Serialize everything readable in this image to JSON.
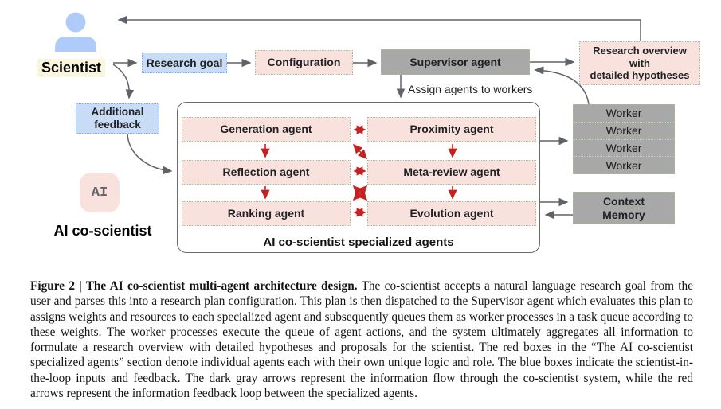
{
  "diagram": {
    "scientist_label": "Scientist",
    "ai_icon_text": "AI",
    "ai_label": "AI co-scientist",
    "boxes": {
      "research_goal": "Research goal",
      "configuration": "Configuration",
      "supervisor": "Supervisor agent",
      "research_overview": [
        "Research overview",
        "with",
        "detailed hypotheses"
      ],
      "additional_feedback": [
        "Additional",
        "feedback"
      ],
      "agents": [
        "Generation agent",
        "Proximity agent",
        "Reflection agent",
        "Meta-review agent",
        "Ranking agent",
        "Evolution agent"
      ],
      "container_label": "AI co-scientist specialized agents",
      "workers": [
        "Worker",
        "Worker",
        "Worker",
        "Worker"
      ],
      "context_memory": [
        "Context",
        "Memory"
      ]
    },
    "annotations": {
      "assign_agents": "Assign agents to workers"
    }
  },
  "caption": {
    "bold": "Figure 2 | The AI co-scientist multi-agent architecture design.",
    "rest": " The co-scientist accepts a natural language research goal from the user and parses this into a research plan configuration. This plan is then dispatched to the Supervisor agent which evaluates this plan to assigns weights and resources to each specialized agent and subsequently queues them as worker processes in a task queue according to these weights. The worker processes execute the queue of agent actions, and the system ultimately aggregates all information to formulate a research overview with detailed hypotheses and proposals for the scientist. The red boxes in the “The AI co-scientist specialized agents” section denote individual agents each with their own unique logic and role. The blue boxes indicate the scientist-in-the-loop inputs and feedback. The dark gray arrows represent the information flow through the co-scientist system, while the red arrows represent the information feedback loop between the specialized agents."
  },
  "colors": {
    "pink": "#F9E2DE",
    "blue": "#C9DCF6",
    "graybox": "#A8A8A8",
    "red_arrow": "#C5221F",
    "gray_arrow": "#5F6368",
    "pink_border": "#A3C293",
    "blue_border": "#7BAAF7",
    "highlight": "#FAF6DE",
    "icon_blue": "#AECBFA"
  }
}
